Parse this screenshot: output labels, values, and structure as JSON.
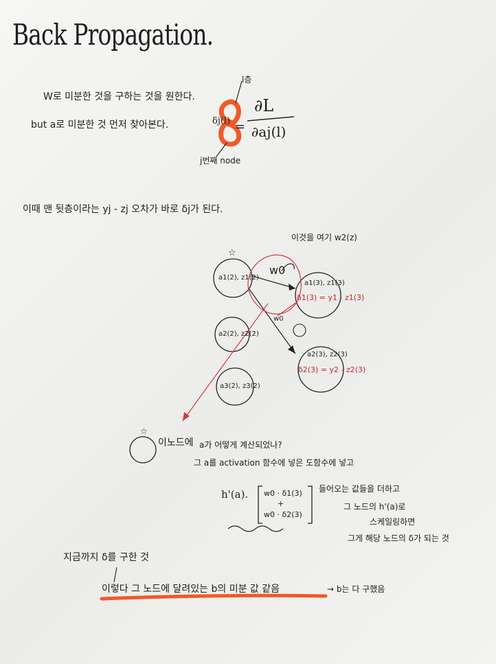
{
  "title": "Back Propagation.",
  "intro": {
    "line1": "W로 미분한 것을 구하는 것을 원한다.",
    "line2": "but a로 미분한 것 먼저 찾아본다."
  },
  "formula": {
    "delta": "δj(l)",
    "numerator": "∂L",
    "denominator": "∂aj(l)",
    "annotation_top": "l층",
    "annotation_bottom": "j번째 node"
  },
  "line_error": "이때 맨 뒷층이라는 yj - zj 오차가 바로 δj가 된다.",
  "diagram": {
    "top_annotation": "이것을 여기 w2(z)",
    "left_nodes": [
      "a1(2), z1(2)",
      "a2(2), z2(2)",
      "a3(2), z3(2)"
    ],
    "right_nodes": [
      "a1(3), z1(3)",
      "a2(3), z2(3)"
    ],
    "right_deltas": [
      "δ1(3) = y1 - z1(3)",
      "δ2(3) = y2 - z2(3)"
    ],
    "weights": [
      "w0",
      "w0"
    ]
  },
  "bottom": {
    "node_label": "이노드에",
    "line1": "a가 어떻게 계산되었나?",
    "line2": "그 a를 activation 함수에 넣은 도함수에 넣고",
    "h_label": "h'(a).",
    "matrix_top": "w0 · δ1(3)",
    "matrix_plus": "+",
    "matrix_bottom": "w0 · δ2(3)",
    "side1": "들어오는 값들을 더하고",
    "side2": "그 노드의 h'(a)로",
    "side3": "스케일링하면",
    "side4": "그게 해당 노드의 δ가 되는 것",
    "summary1": "지금까지 δ를 구한 것",
    "summary2": "이렇다 그 노드에 달려있는 b의 미분 값 같음",
    "summary3": "→ b는 다 구했음"
  },
  "colors": {
    "ink": "#1d1d1d",
    "red_ink": "#c62828",
    "highlight": "#f05a28"
  }
}
